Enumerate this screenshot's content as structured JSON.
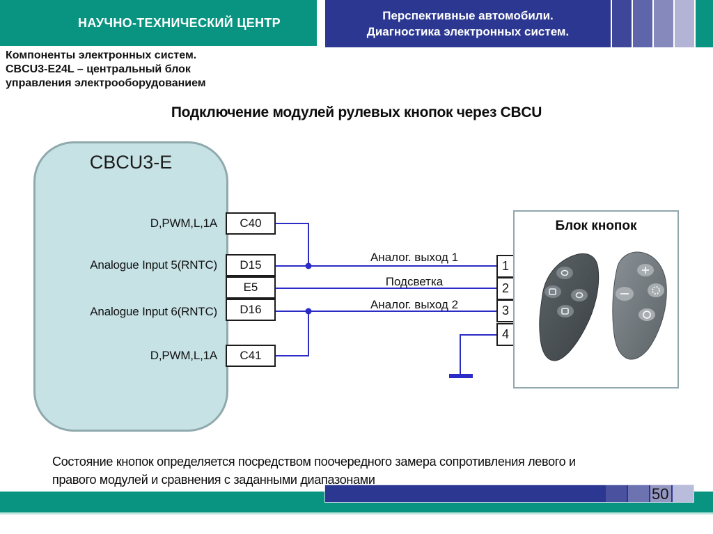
{
  "colors": {
    "teal": "#089480",
    "navy": "#2b3790",
    "block_fill": "#c6e2e5",
    "block_border": "#8fa9ad",
    "wire_blue": "#2b2bc8",
    "header_bar_shades": [
      "#3d4699",
      "#5f65aa",
      "#8689bb",
      "#b3b4d5"
    ],
    "footer_bar_shades": [
      "#4a519e",
      "#6d72b0",
      "#9597c3",
      "#babcdb"
    ]
  },
  "header": {
    "org_title": "НАУЧНО-ТЕХНИЧЕСКИЙ ЦЕНТР",
    "course_line1": "Перспективные автомобили.",
    "course_line2": "Диагностика электронных систем."
  },
  "subheader": {
    "line1": "Компоненты электронных систем.",
    "line2": "CBCU3-E24L – центральный блок",
    "line3": "управления электрооборудованием"
  },
  "slide": {
    "title": "Подключение модулей рулевых кнопок через CBCU",
    "note_line1": "Состояние кнопок определяется посредством поочередного замера сопротивления левого и",
    "note_line2": "правого модулей и сравнения с заданными диапазонами",
    "page_number": "50"
  },
  "diagram": {
    "cbcu": {
      "title": "CBCU3-E",
      "pins": [
        {
          "label": "D,PWM,L,1A",
          "pin": "C40"
        },
        {
          "label": "Analogue Input 5(RNTC)",
          "pin": "D15"
        },
        {
          "label": "",
          "pin": "E5"
        },
        {
          "label": "Analogue Input 6(RNTC)",
          "pin": "D16"
        },
        {
          "label": "D,PWM,L,1A",
          "pin": "C41"
        }
      ]
    },
    "wire_labels": [
      "Аналог. выход 1",
      "Подсветка",
      "Аналог. выход 2"
    ],
    "connector": {
      "pins": [
        "1",
        "2",
        "3",
        "4"
      ]
    },
    "button_block": {
      "title": "Блок кнопок"
    }
  }
}
